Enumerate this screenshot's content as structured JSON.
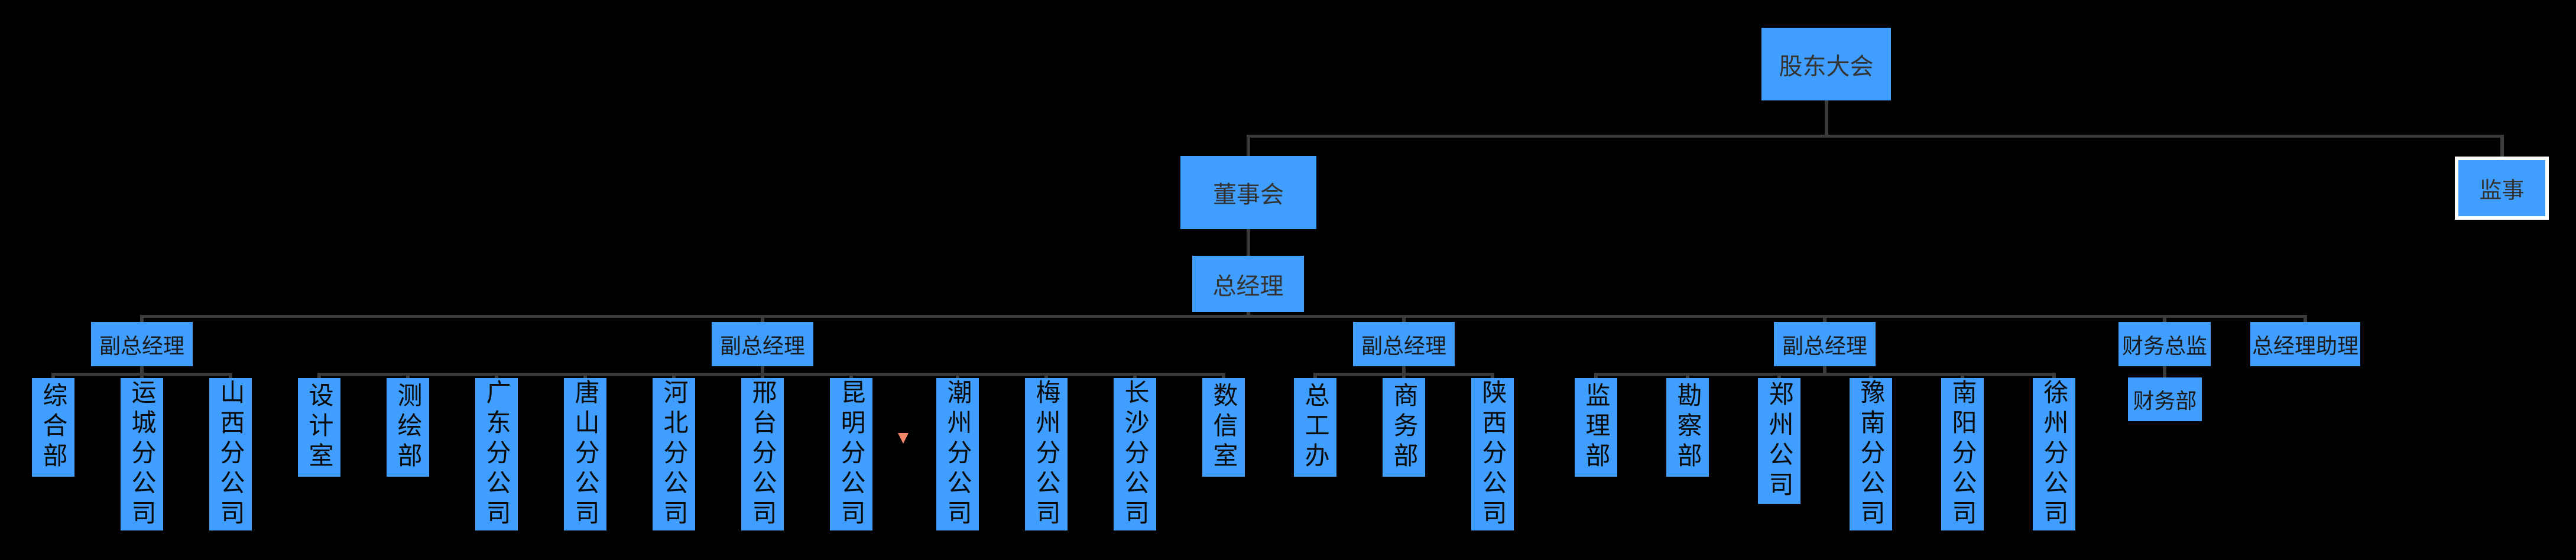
{
  "chart": {
    "nodes": {
      "root": "股东大会",
      "board": "董事会",
      "supervisor": "监事",
      "general_manager": "总经理"
    },
    "groups": [
      {
        "head": "副总经理",
        "depts": [
          "综合部",
          "运城分公司",
          "山西分公司"
        ]
      },
      {
        "head": "副总经理",
        "depts": [
          "设计室",
          "测绘部",
          "广东分公司",
          "唐山分公司",
          "河北分公司",
          "邢台分公司",
          "昆明分公司",
          "潮州分公司",
          "梅州分公司",
          "长沙分公司",
          "数信室"
        ]
      },
      {
        "head": "副总经理",
        "depts": [
          "总工办",
          "商务部",
          "陕西分公司"
        ]
      },
      {
        "head": "副总经理",
        "depts": [
          "监理部",
          "勘察部",
          "郑州公司",
          "豫南分公司",
          "南阳分公司",
          "徐州分公司"
        ]
      },
      {
        "head": "财务总监",
        "depts": [
          "财务部"
        ]
      },
      {
        "head": "总经理助理",
        "depts": []
      }
    ],
    "marker": {
      "shape": "triangle-down",
      "color": "#F5866B"
    },
    "colors": {
      "node_fill": "#409EFF",
      "line": "#3B3B3B",
      "background": "#000000",
      "selected_outline": "#FFFFFF"
    }
  }
}
